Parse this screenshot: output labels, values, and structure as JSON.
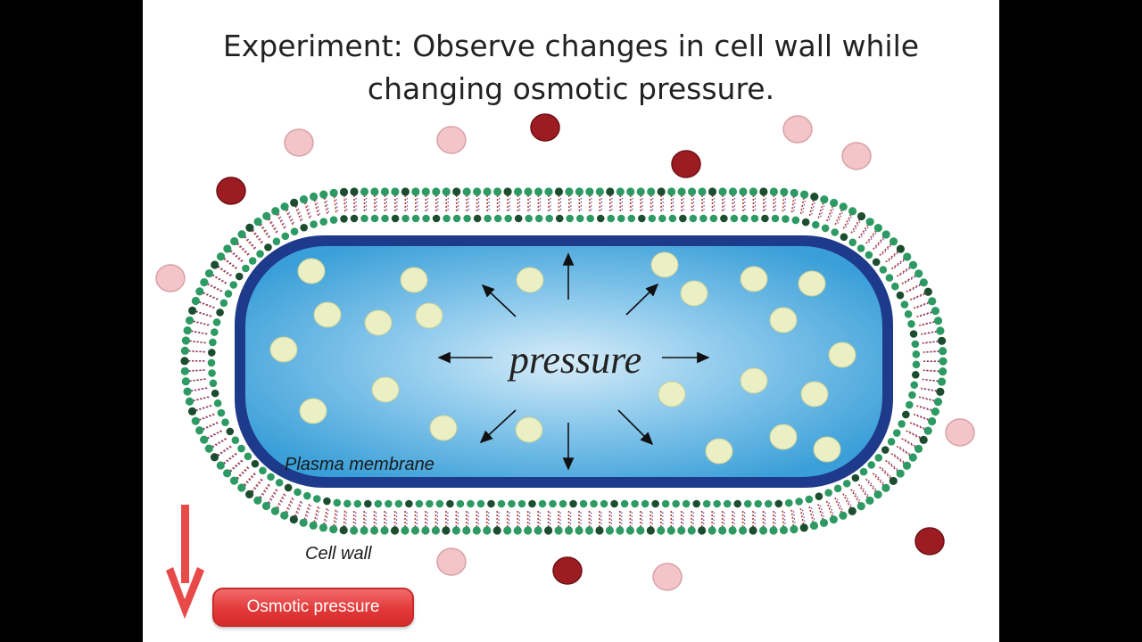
{
  "slide": {
    "title_line1": "Experiment: Observe changes in cell wall while",
    "title_line2": "changing osmotic pressure."
  },
  "diagram": {
    "center_label": "pressure",
    "plasma_membrane_label": "Plasma membrane",
    "cell_wall_label": "Cell wall",
    "osmotic_button_label": "Osmotic pressure"
  },
  "colors": {
    "cytoplasm": "#4aaee0",
    "membrane": "#1e3a8a",
    "wall_bead_green": "#2e9a63",
    "wall_bead_dark": "#1d4d2f",
    "solute_light": "#eaf0c4",
    "extracellular_pink": "#f3c4c8",
    "extracellular_dark": "#9c1c22",
    "arrow_red": "#e84a4a"
  }
}
